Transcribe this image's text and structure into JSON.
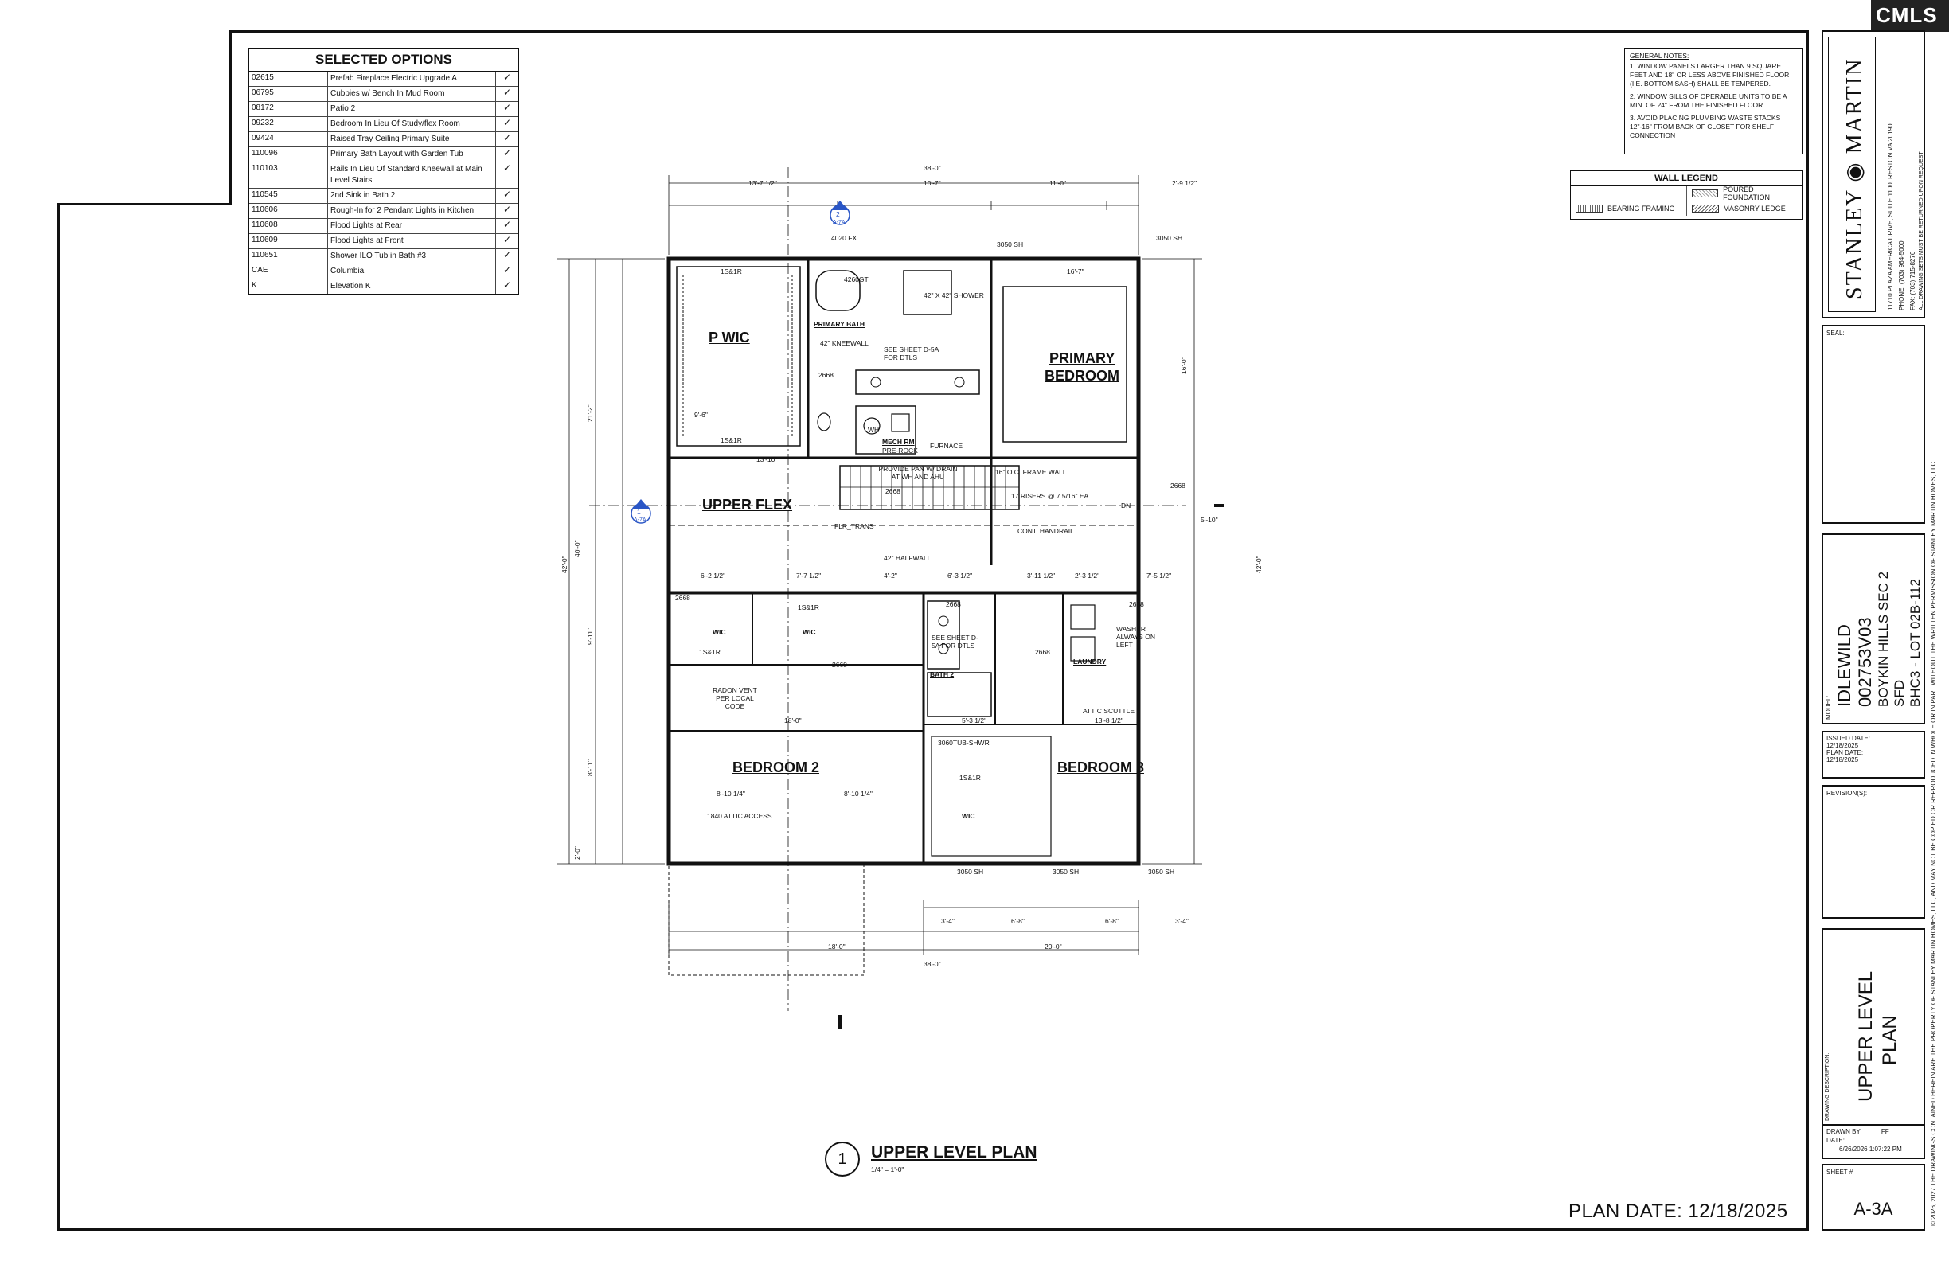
{
  "selected_options": {
    "title": "SELECTED OPTIONS",
    "rows": [
      {
        "code": "02615",
        "desc": "Prefab Fireplace Electric Upgrade A",
        "check": "✓"
      },
      {
        "code": "06795",
        "desc": "Cubbies w/ Bench In Mud Room",
        "check": "✓"
      },
      {
        "code": "08172",
        "desc": "Patio 2",
        "check": "✓"
      },
      {
        "code": "09232",
        "desc": "Bedroom In Lieu Of Study/flex Room",
        "check": "✓"
      },
      {
        "code": "09424",
        "desc": "Raised Tray Ceiling Primary Suite",
        "check": "✓"
      },
      {
        "code": "110096",
        "desc": "Primary Bath Layout with Garden Tub",
        "check": "✓"
      },
      {
        "code": "110103",
        "desc": "Rails In Lieu Of Standard Kneewall at Main Level Stairs",
        "check": "✓"
      },
      {
        "code": "110545",
        "desc": "2nd Sink in Bath 2",
        "check": "✓"
      },
      {
        "code": "110606",
        "desc": "Rough-In for 2 Pendant Lights in Kitchen",
        "check": "✓"
      },
      {
        "code": "110608",
        "desc": "Flood Lights at Rear",
        "check": "✓"
      },
      {
        "code": "110609",
        "desc": "Flood Lights at Front",
        "check": "✓"
      },
      {
        "code": "110651",
        "desc": "Shower ILO Tub in Bath #3",
        "check": "✓"
      },
      {
        "code": "CAE",
        "desc": "Columbia",
        "check": "✓"
      },
      {
        "code": "K",
        "desc": "Elevation K",
        "check": "✓"
      }
    ]
  },
  "general_notes": {
    "title": "GENERAL NOTES:",
    "items": [
      "1. WINDOW PANELS LARGER THAN 9 SQUARE FEET AND 18\" OR LESS ABOVE FINISHED FLOOR (I.E. BOTTOM SASH) SHALL BE TEMPERED.",
      "2. WINDOW SILLS OF OPERABLE UNITS TO BE A MIN. OF 24\" FROM THE FINISHED FLOOR.",
      "3. AVOID PLACING PLUMBING WASTE STACKS 12\"-16\" FROM BACK OF CLOSET FOR SHELF CONNECTION"
    ]
  },
  "wall_legend": {
    "title": "WALL LEGEND",
    "poured": "POURED FOUNDATION",
    "bearing": "BEARING FRAMING",
    "masonry": "MASONRY LEDGE"
  },
  "title_block": {
    "company": "STANLEY ◉ MARTIN",
    "address": "11710 PLAZA AMERICA DRIVE, SUITE 1100, RESTON VA 20190",
    "phone": "PHONE: (703) 964-5000",
    "fax": "FAX: (703) 715-8276",
    "return_note": "ALL DRAWING SETS MUST BE RETURNED UPON REQUEST",
    "seal_label": "SEAL:",
    "model_label": "MODEL:",
    "model_name": "IDLEWILD",
    "model_code": "002753V03",
    "community": "BOYKIN HILLS SEC 2",
    "type": "SFD",
    "lot": "BHC3 - LOT 02B-112",
    "issued_label": "ISSUED DATE:",
    "issued_date": "12/18/2025",
    "plan_date_label": "PLAN DATE:",
    "plan_date": "12/18/2025",
    "revisions_label": "REVISION(S):",
    "desc_label": "DRAWING DESCRIPTION:",
    "desc_line1": "UPPER LEVEL",
    "desc_line2": "PLAN",
    "drawn_by_label": "DRAWN BY:",
    "drawn_by": "FF",
    "date_label": "DATE:",
    "date_value": "6/26/2026 1:07:22 PM",
    "sheet_label": "SHEET #",
    "sheet": "A-3A"
  },
  "copyright": "© 2026, 2027 THE DRAWINGS CONTAINED HEREIN ARE THE PROPERTY OF STANLEY MARTIN HOMES, LLC, AND MAY NOT BE COPIED OR REPRODUCED IN WHOLE OR IN PART WITHOUT THE WRITTEN PERMISSION OF STANLEY MARTIN HOMES, LLC.",
  "cmls": "CMLS",
  "plan_title": {
    "number": "1",
    "title": "UPPER LEVEL PLAN",
    "scale": "1/4\" = 1'-0\""
  },
  "plan_date_footer": "PLAN DATE:  12/18/2025",
  "rooms": {
    "pwic": "P WIC",
    "primary_bedroom_1": "PRIMARY",
    "primary_bedroom_2": "BEDROOM",
    "upper_flex": "UPPER FLEX",
    "bedroom2": "BEDROOM 2",
    "bedroom3": "BEDROOM 3",
    "primary_bath": "PRIMARY BATH",
    "mech_rm": "MECH RM",
    "bath2": "BATH 2",
    "laundry": "LAUNDRY",
    "wic": "WIC"
  },
  "dims": {
    "overall": "38'-0\"",
    "top_a": "13'-7 1/2\"",
    "top_b": "10'-7\"",
    "top_c": "11'-0\"",
    "top_d": "2'-9 1/2\"",
    "left_overall": "42'-0\"",
    "left_a": "21'-2\"",
    "left_b": "40'-0\"",
    "left_c": "9'-11\"",
    "left_d": "8'-11\"",
    "left_e": "2'-0\"",
    "bottom_a": "18'-0\"",
    "bottom_b": "20'-0\"",
    "bottom_c1": "3'-4\"",
    "bottom_c2": "6'-8\"",
    "bottom_c3": "6'-8\"",
    "bottom_c4": "3'-4\"",
    "win_1": "4020 FX",
    "win_2": "3050 SH",
    "win_3": "3050 SH",
    "win_4": "3050 SH",
    "stairs": "17 RISERS @ 7 5/16\" EA.",
    "handrail": "CONT. HANDRAIL",
    "halfwall": "42\" HALFWALL",
    "frame_wall": "16\" O.C. FRAME WALL",
    "attic_access": "1840 ATTIC ACCESS",
    "radon": "RADON VENT PER LOCAL CODE",
    "tub": "4260GT",
    "shower": "42\" X 42\" SHOWER",
    "kneewall": "42\" KNEEWALL",
    "see_sheet": "SEE SHEET D-5A FOR DTLS",
    "pan": "PROVIDE PAN W/ DRAIN AT WH AND AHU",
    "washer": "WASHER ALWAYS ON LEFT",
    "attic_scuttle": "ATTIC SCUTTLE",
    "tubshwr": "3060TUB-SHWR",
    "shelf": "1S&1R",
    "door": "2668",
    "pre_rock": "PRE-ROCK",
    "furnace": "FURNACE",
    "wh": "WH",
    "dn": "DN",
    "section_tag": "A-7A",
    "section_1": "1",
    "section_2": "2",
    "d_13_10": "13'-10\"",
    "d_18_0": "18'-0\"",
    "d_13_8": "13'-8 1/2\"",
    "d_8_10a": "8'-10 1/4\"",
    "d_8_10b": "8'-10 1/4\"",
    "d_9_6": "9'-6\"",
    "d_7_7": "7'-7 1/2\"",
    "d_4_2": "4'-2\"",
    "d_6_3": "6'-3 1/2\"",
    "d_3_11": "3'-11 1/2\"",
    "d_2_3": "2'-3 1/2\"",
    "d_7_5": "7'-5 1/2\"",
    "d_6_2": "6'-2 1/2\"",
    "d_16_7": "16'-7\"",
    "d_16_0": "16'-0\"",
    "d_5_10": "5'-10\"",
    "d_5_3": "5'-3 1/2\"",
    "flr_trans": "FLR_TRANS"
  }
}
